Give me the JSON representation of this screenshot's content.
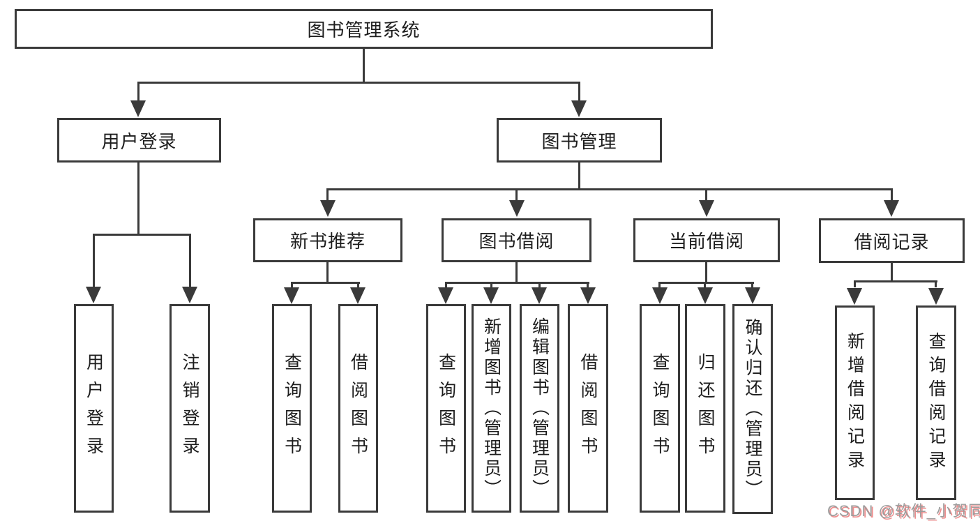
{
  "title": "图书管理系统",
  "tree": {
    "label": "图书管理系统",
    "children": [
      {
        "label": "用户登录",
        "children": [
          {
            "label": "用户登录"
          },
          {
            "label": "注销登录"
          }
        ]
      },
      {
        "label": "图书管理",
        "children": [
          {
            "label": "新书推荐",
            "children": [
              {
                "label": "查询图书"
              },
              {
                "label": "借阅图书"
              }
            ]
          },
          {
            "label": "图书借阅",
            "children": [
              {
                "label": "查询图书"
              },
              {
                "label": "新增图书（管理员）"
              },
              {
                "label": "编辑图书（管理员）"
              },
              {
                "label": "借阅图书"
              }
            ]
          },
          {
            "label": "当前借阅",
            "children": [
              {
                "label": "查询图书"
              },
              {
                "label": "归还图书"
              },
              {
                "label": "确认归还（管理员）"
              }
            ]
          },
          {
            "label": "借阅记录",
            "children": [
              {
                "label": "新增借阅记录"
              },
              {
                "label": "查询借阅记录"
              }
            ]
          }
        ]
      }
    ]
  },
  "watermark": "CSDN @软件_小贺同学",
  "colors": {
    "line": "#3a3a3a",
    "text": "#1d1d1d",
    "background": "#ffffff",
    "watermark": "#9c9c9c",
    "watermark_shadow": "#ee8f8f"
  }
}
